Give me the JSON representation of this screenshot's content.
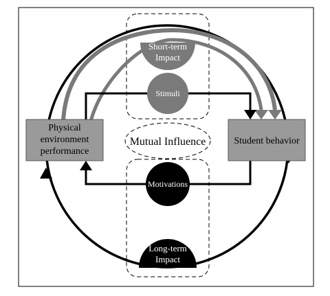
{
  "diagram": {
    "nodes": {
      "physical_environment": {
        "lines": [
          "Physical",
          "environment",
          "performance"
        ]
      },
      "student_behavior": {
        "label": "Student behavior"
      },
      "mutual_influence": {
        "label": "Mutual Influence"
      },
      "short_term": {
        "lines": [
          "Short-term",
          "Impact"
        ]
      },
      "long_term": {
        "lines": [
          "Long-term",
          "Impact"
        ]
      },
      "stimuli": {
        "label": "Stimuli"
      },
      "motivations": {
        "label": "Motivations"
      }
    },
    "colors": {
      "box_fill": "#9a9a9a",
      "gray_node": "#7a7a7a",
      "dark_node": "#000000",
      "gray_arrow": "#7a7a7a",
      "line": "#000000"
    }
  }
}
